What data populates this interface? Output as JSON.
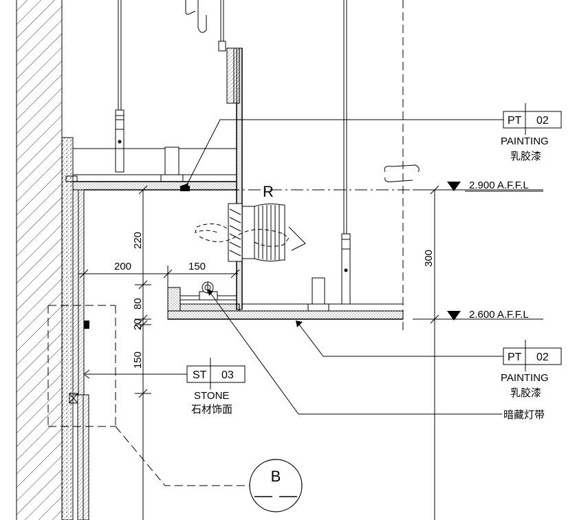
{
  "levels": {
    "upper": "2.900  A.F.F.L",
    "lower": "2.600  A.F.F.L"
  },
  "dimensions": {
    "d220": "220",
    "d200": "200",
    "d150_horizontal": "150",
    "d80": "80",
    "d20": "20",
    "d150_vertical": "150",
    "d300": "300"
  },
  "tags": {
    "top": {
      "code": "PT",
      "number": "02",
      "name_en": "PAINTING",
      "name_cn": "乳胶漆"
    },
    "bottom": {
      "code": "PT",
      "number": "02",
      "name_en": "PAINTING",
      "name_cn": "乳胶漆"
    },
    "stone": {
      "code": "ST",
      "number": "03",
      "name_en": "STONE",
      "name_cn": "石材饰面"
    }
  },
  "light_strip_label": "暗藏灯带",
  "return_air_label": "R",
  "section_marker": "B"
}
